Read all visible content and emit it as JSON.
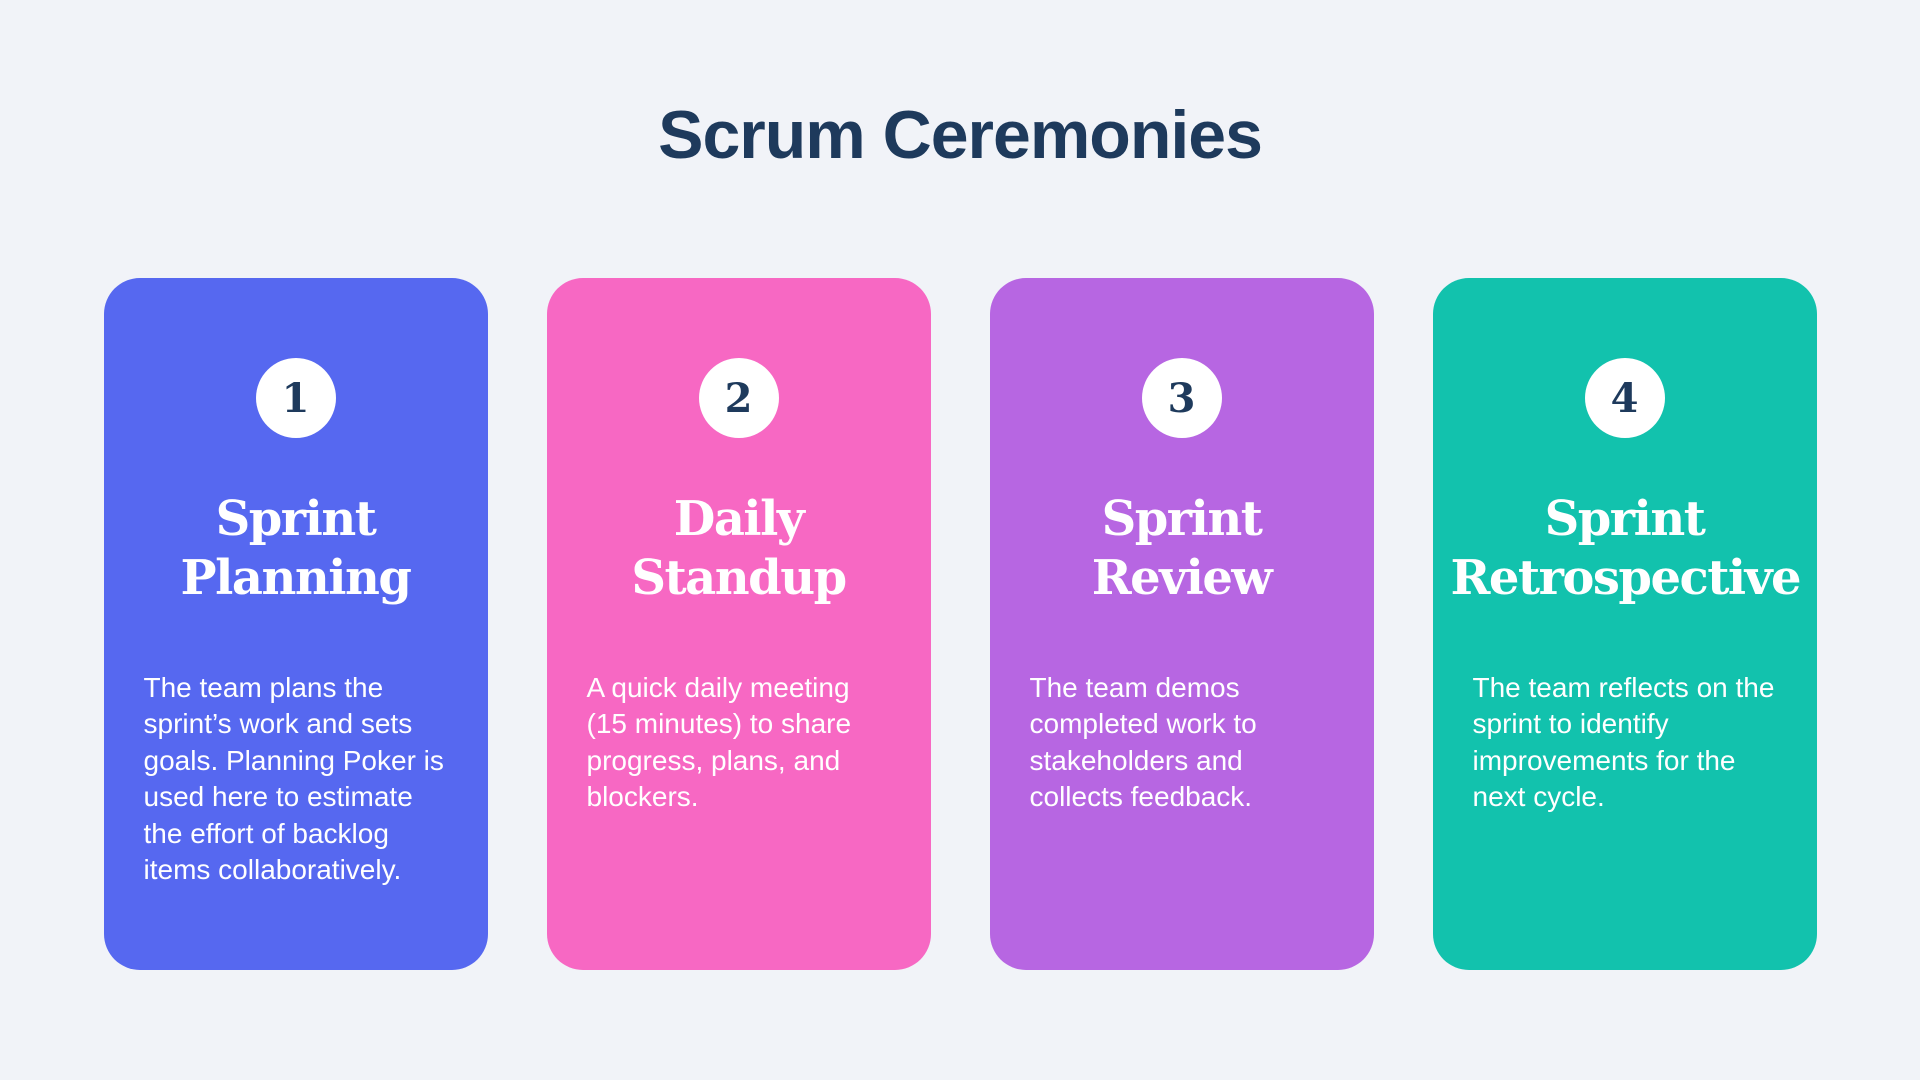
{
  "page": {
    "title": "Scrum Ceremonies",
    "background_color": "#F1F3F8",
    "title_color": "#1E3A5C",
    "number_text_color": "#1E3A5C"
  },
  "cards": [
    {
      "number": "1",
      "title_lines": [
        "Sprint",
        "Planning"
      ],
      "description": "The team plans the sprint’s work and sets goals. Planning Poker is used here to estimate the effort of backlog items collaboratively.",
      "color": "#5668F0"
    },
    {
      "number": "2",
      "title_lines": [
        "Daily",
        "Standup"
      ],
      "description": "A quick daily meeting (15 minutes) to share progress, plans, and blockers.",
      "color": "#F768C3"
    },
    {
      "number": "3",
      "title_lines": [
        "Sprint",
        "Review"
      ],
      "description": "The team demos completed work to stakeholders and collects feedback.",
      "color": "#B766E2"
    },
    {
      "number": "4",
      "title_lines": [
        "Sprint",
        "Retrospective"
      ],
      "description": "The team reflects on the sprint to identify improvements for the next cycle.",
      "color": "#12C2AD"
    }
  ]
}
